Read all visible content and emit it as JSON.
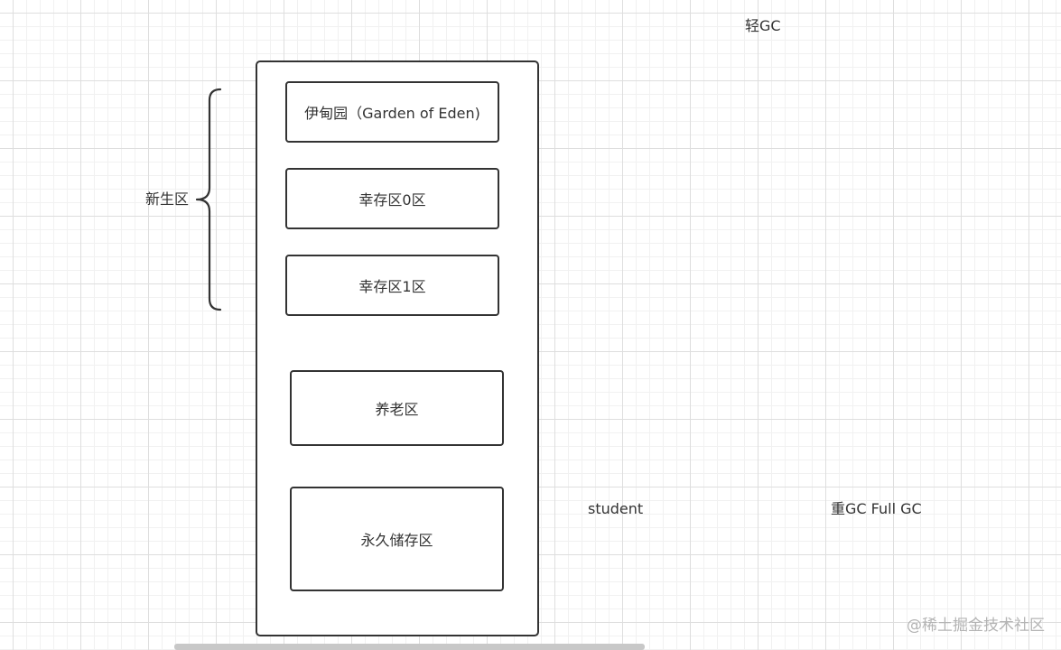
{
  "diagram": {
    "group_label": "新生区",
    "boxes": {
      "eden": "伊甸园（Garden of Eden)",
      "survivor0": "幸存区0区",
      "survivor1": "幸存区1区",
      "old": "养老区",
      "permanent": "永久储存区"
    },
    "annotations": {
      "minor_gc": "轻GC",
      "student": "student",
      "full_gc": "重GC Full GC"
    }
  },
  "watermark": "@稀土掘金技术社区"
}
